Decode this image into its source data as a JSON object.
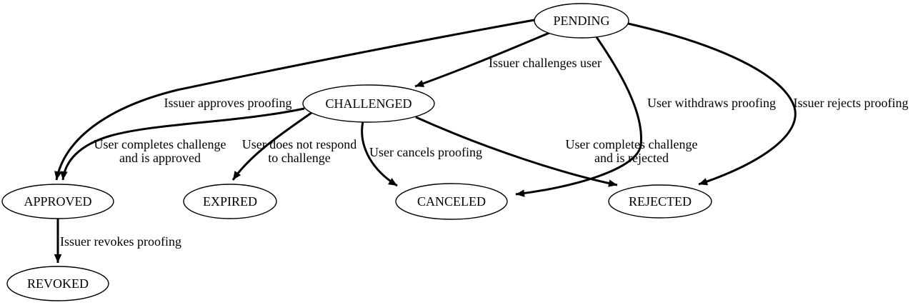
{
  "diagram": {
    "type": "state-machine-graph",
    "colors": {
      "background": "#ffffff",
      "node_fill": "#ffffff",
      "stroke": "#000000",
      "text": "#000000"
    },
    "nodes": [
      {
        "id": "pending",
        "label": "PENDING"
      },
      {
        "id": "challenged",
        "label": "CHALLENGED"
      },
      {
        "id": "approved",
        "label": "APPROVED"
      },
      {
        "id": "expired",
        "label": "EXPIRED"
      },
      {
        "id": "canceled",
        "label": "CANCELED"
      },
      {
        "id": "rejected",
        "label": "REJECTED"
      },
      {
        "id": "revoked",
        "label": "REVOKED"
      }
    ],
    "edges": [
      {
        "from": "PENDING",
        "to": "CHALLENGED",
        "label": "Issuer challenges user",
        "lines": [
          "Issuer challenges user"
        ]
      },
      {
        "from": "PENDING",
        "to": "APPROVED",
        "label": "Issuer approves proofing",
        "lines": [
          "Issuer approves proofing"
        ]
      },
      {
        "from": "PENDING",
        "to": "CANCELED",
        "label": "User withdraws proofing",
        "lines": [
          "User withdraws proofing"
        ]
      },
      {
        "from": "PENDING",
        "to": "REJECTED",
        "label": "Issuer rejects proofing",
        "lines": [
          "Issuer rejects proofing"
        ]
      },
      {
        "from": "CHALLENGED",
        "to": "APPROVED",
        "label": "User completes challenge and is approved",
        "lines": [
          "User completes challenge",
          "and is approved"
        ]
      },
      {
        "from": "CHALLENGED",
        "to": "EXPIRED",
        "label": "User does not respond to challenge",
        "lines": [
          "User does not respond",
          "to challenge"
        ]
      },
      {
        "from": "CHALLENGED",
        "to": "CANCELED",
        "label": "User cancels proofing",
        "lines": [
          "User cancels proofing"
        ]
      },
      {
        "from": "CHALLENGED",
        "to": "REJECTED",
        "label": "User completes challenge and is rejected",
        "lines": [
          "User completes challenge",
          "and is rejected"
        ]
      },
      {
        "from": "APPROVED",
        "to": "REVOKED",
        "label": "Issuer revokes proofing",
        "lines": [
          "Issuer revokes proofing"
        ]
      }
    ]
  }
}
